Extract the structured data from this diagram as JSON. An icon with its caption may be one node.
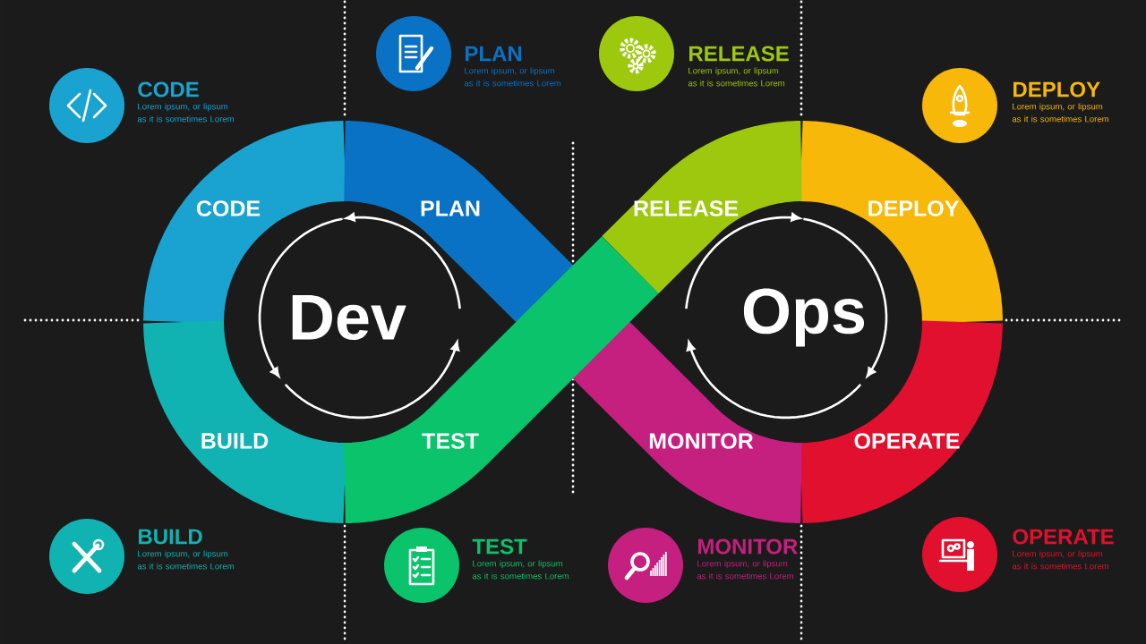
{
  "diagram": {
    "nodes": [
      {
        "text": [
          "CODE",
          "Lorem ipsum, or lipsum as it is sometimes Lorem"
        ]
      },
      {
        "text": [
          "PLAN",
          "Lorem ipsum, or lipsum as it is sometimes Lorem"
        ]
      },
      {
        "text": [
          "RELEASE",
          "Lorem ipsum, or lipsum as it is sometimes Lorem"
        ]
      },
      {
        "text": [
          "DEPLOY",
          "Lorem ipsum, or lipsum as it is sometimes Lorem"
        ]
      },
      {
        "text": [
          "CODE"
        ]
      },
      {
        "text": [
          "PLAN"
        ]
      },
      {
        "text": [
          "RELEASE"
        ]
      },
      {
        "text": [
          "DEPLOY"
        ]
      },
      {
        "text": [
          "BUILD"
        ]
      },
      {
        "text": [
          "TEST"
        ]
      },
      {
        "text": [
          "MONITOR"
        ]
      },
      {
        "text": [
          "OPERATE"
        ]
      },
      {
        "text": [
          "BUILD",
          "Lorem ipsum, or lipsum as it is sometimes Lorem"
        ]
      },
      {
        "text": [
          "TEST",
          "Lorem ipsum, or lipsum as it is sometimes Lorem"
        ]
      },
      {
        "text": [
          "MONITOR",
          "Lorem ipsum, or lipsum as it is sometimes Lorem"
        ]
      },
      {
        "text": [
          "OPERATE",
          "Lorem ipsum, or lipsum as it is sometimes Lorem"
        ]
      }
    ],
    "labels": [
      "Dev",
      "Ops"
    ]
  }
}
